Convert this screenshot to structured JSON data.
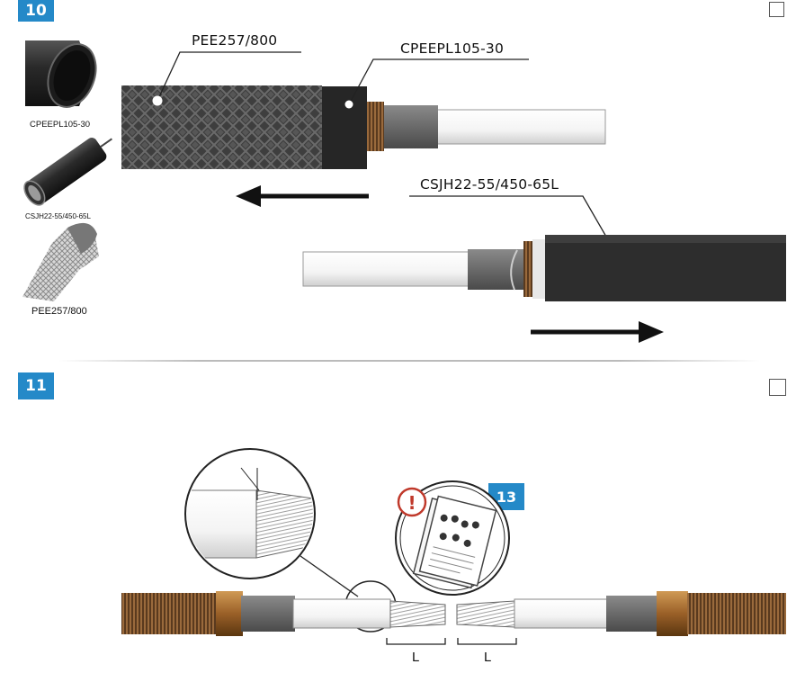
{
  "step10": {
    "number": "10",
    "parts": [
      {
        "label": "CPEEPL105-30",
        "icon": "black-tube-icon"
      },
      {
        "label": "CSJH22-55/450-65L",
        "icon": "connector-sleeve-icon"
      },
      {
        "label": "PEE257/800",
        "icon": "mesh-braid-icon"
      }
    ],
    "callouts": {
      "mesh": "PEE257/800",
      "tube": "CPEEPL105-30",
      "sleeve": "CSJH22-55/450-65L"
    },
    "arrows": [
      "left",
      "right"
    ]
  },
  "step11": {
    "number": "11",
    "reference_step": "13",
    "warning_symbol": "!",
    "dimension_left": "L",
    "dimension_right": "L"
  },
  "colors": {
    "step_badge": "#2489c8",
    "warning": "#c0392b",
    "cable_black": "#2a2a2a",
    "copper": "#b07a3c"
  }
}
